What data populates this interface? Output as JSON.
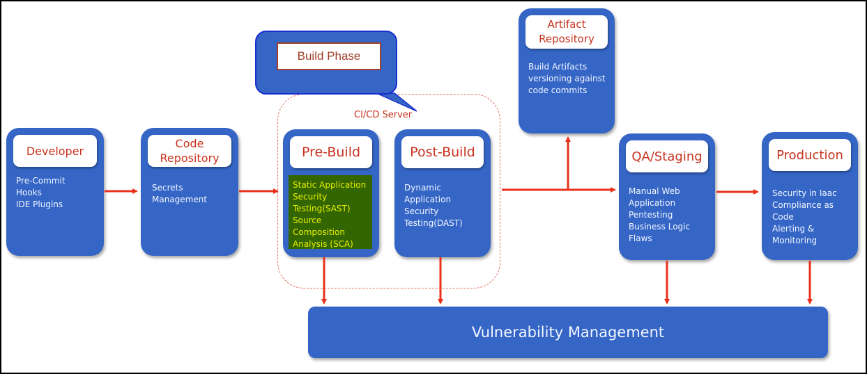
{
  "callout": {
    "label": "Build Phase"
  },
  "cicd": {
    "label": "CI/CD Server"
  },
  "nodes": {
    "developer": {
      "title": "Developer",
      "items": [
        "Pre-Commit",
        "Hooks",
        "IDE Plugins"
      ]
    },
    "code_repository": {
      "title_lines": [
        "Code",
        "Repository"
      ],
      "items": [
        "Secrets",
        "Management"
      ]
    },
    "pre_build": {
      "title": "Pre-Build",
      "items": [
        "Static Application",
        "Security",
        "Testing(SAST)",
        "Source",
        "Composition",
        "Analysis (SCA)"
      ]
    },
    "post_build": {
      "title": "Post-Build",
      "items": [
        "Dynamic",
        "Application",
        "Security",
        "Testing(DAST)"
      ]
    },
    "artifact_repository": {
      "title_lines": [
        "Artifact",
        "Repository"
      ],
      "items": [
        "Build Artifacts",
        "versioning against",
        "code commits"
      ]
    },
    "qa_staging": {
      "title": "QA/Staging",
      "items": [
        "Manual Web",
        "Application",
        "Pentesting",
        "Business Logic",
        "Flaws"
      ]
    },
    "production": {
      "title": "Production",
      "items": [
        "Security in Iaac",
        "Compliance as",
        "Code",
        "Alerting &",
        "Monitoring"
      ]
    },
    "vulnerability_management": {
      "title": "Vulnerability Management"
    }
  },
  "colors": {
    "node_fill": "#3566c6",
    "title_text": "#c8321e",
    "arrow": "#e8301a",
    "sast_fill": "#336600",
    "sast_text": "#e8f000"
  }
}
